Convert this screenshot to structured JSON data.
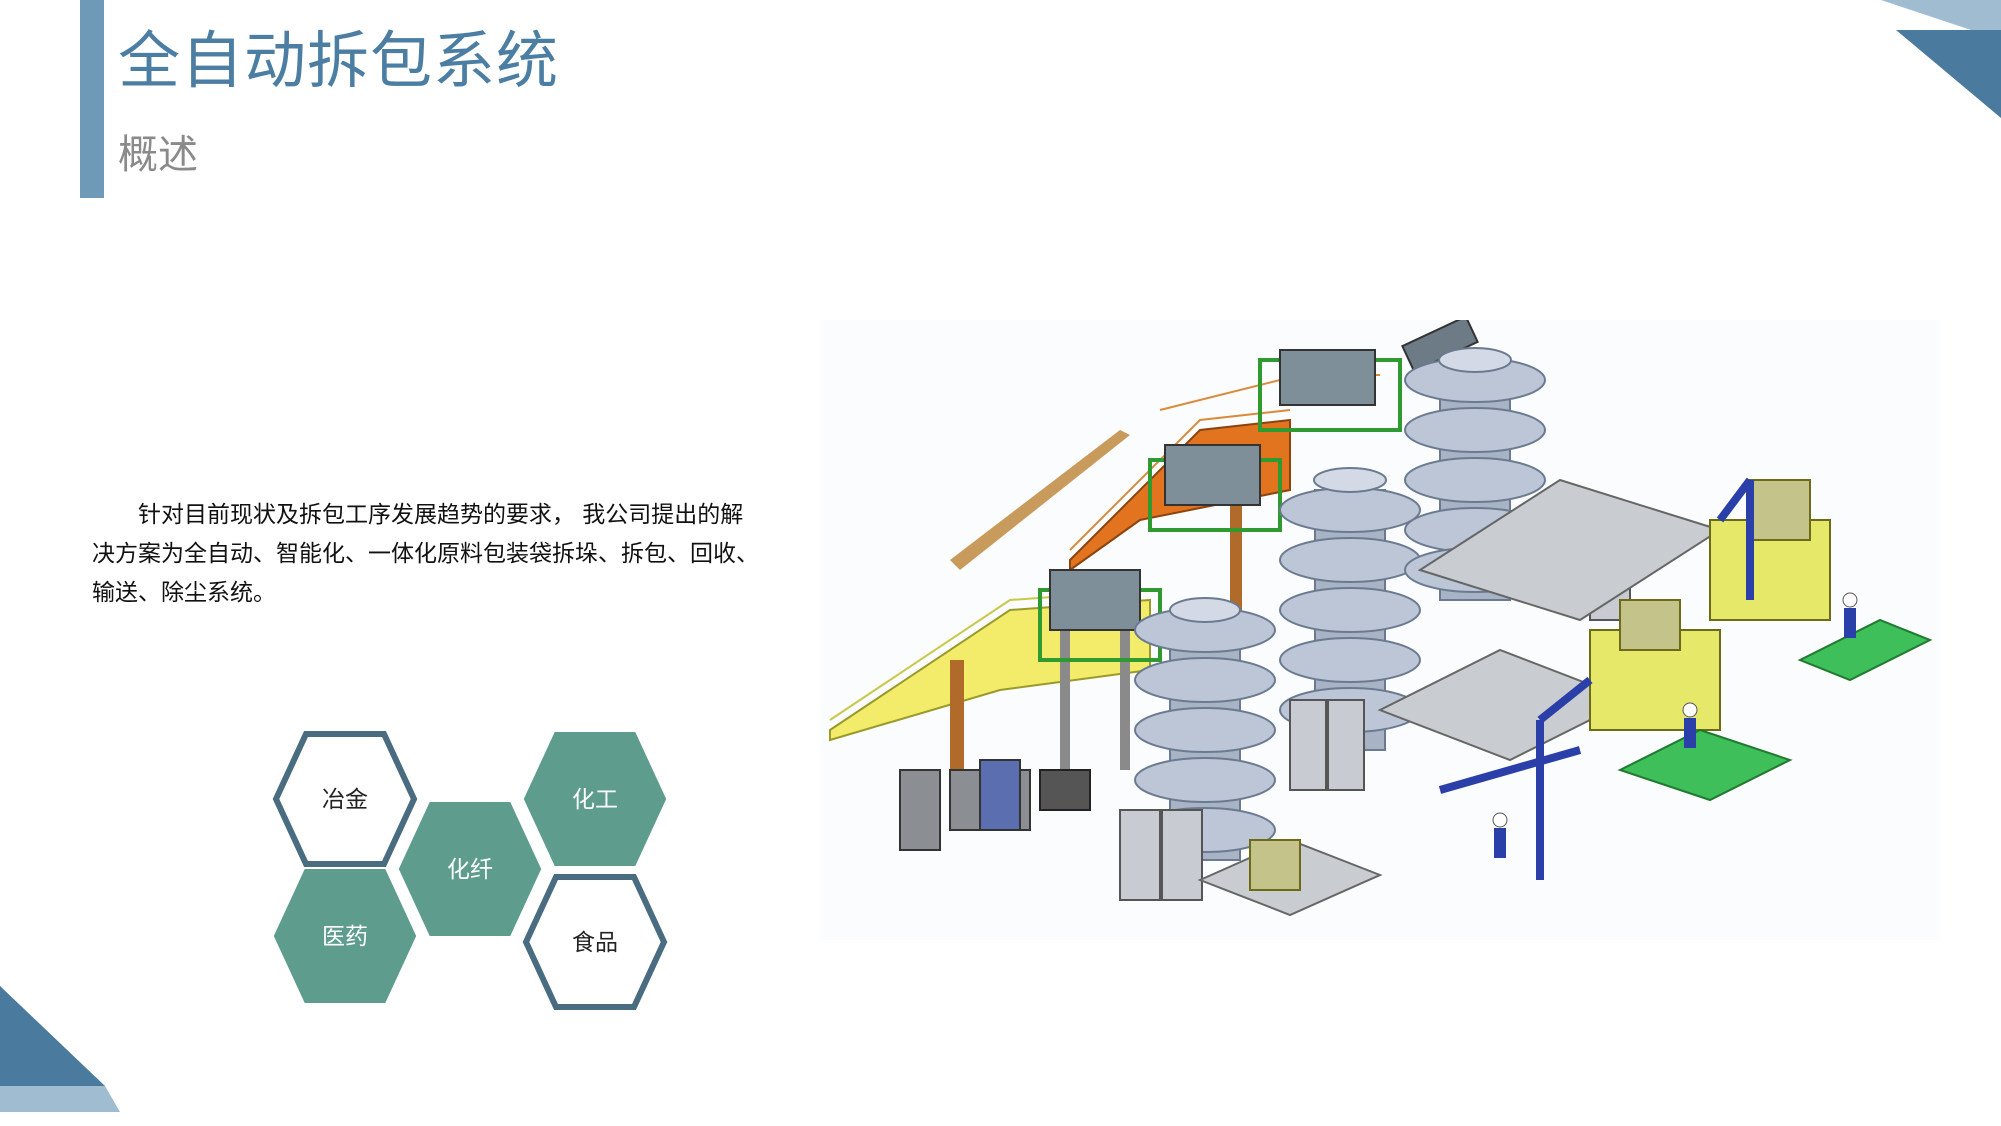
{
  "header": {
    "title": "全自动拆包系统",
    "subtitle": "概述"
  },
  "intro": {
    "text": "针对目前现状及拆包工序发展趋势的要求， 我公司提出的解决方案为全自动、智能化、一体化原料包装袋拆垛、拆包、回收、输送、除尘系统。"
  },
  "industries": {
    "items": [
      {
        "label": "冶金",
        "style": "outline"
      },
      {
        "label": "化工",
        "style": "filled"
      },
      {
        "label": "化纤",
        "style": "filled"
      },
      {
        "label": "医药",
        "style": "filled"
      },
      {
        "label": "食品",
        "style": "outline"
      }
    ]
  },
  "colors": {
    "accent": "#6f9ab7",
    "title": "#4b7ea2",
    "hex_fill": "#5e9d8e",
    "hex_outline": "#4a6c80",
    "corner_dark": "#4a7a9e",
    "corner_light": "#9fbcd1"
  },
  "image": {
    "description_icon": "automatic-unpacking-system-3d-illustration"
  }
}
